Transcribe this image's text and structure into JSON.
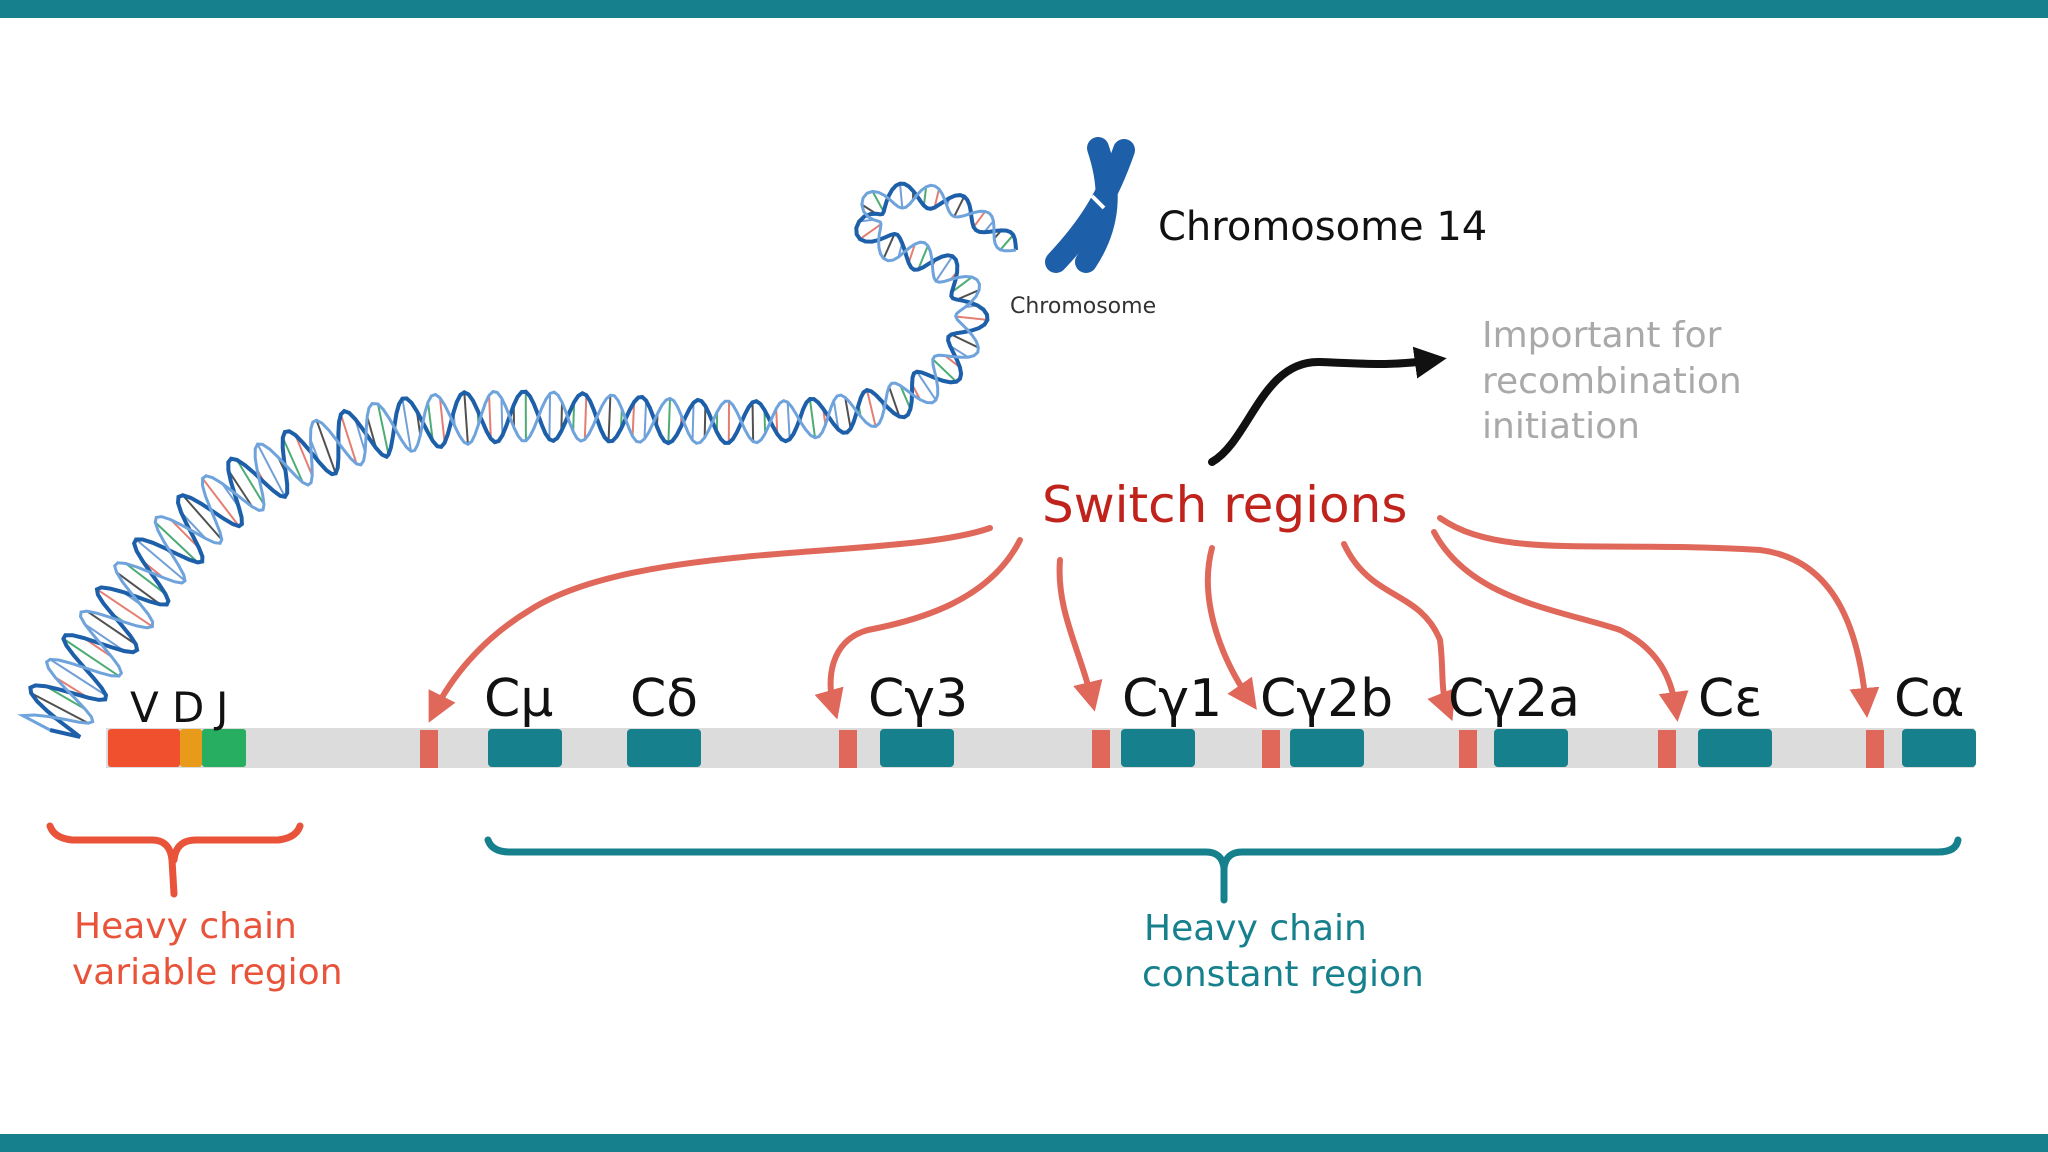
{
  "chromosome": {
    "title": "Chromosome 14",
    "caption": "Chromosome",
    "color": "#1d5fa8"
  },
  "annotations": {
    "switch_regions": "Switch regions",
    "note_lines": [
      "Important for",
      "recombination",
      "initiation"
    ]
  },
  "gene": {
    "variable_segments": [
      {
        "label": "V",
        "color": "#f0502d"
      },
      {
        "label": "D",
        "color": "#e89a1a"
      },
      {
        "label": "J",
        "color": "#27ae60"
      }
    ],
    "constant_segments": [
      {
        "label": "Cμ"
      },
      {
        "label": "Cδ"
      },
      {
        "label": "Cγ3"
      },
      {
        "label": "Cγ1"
      },
      {
        "label": "Cγ2b"
      },
      {
        "label": "Cγ2a"
      },
      {
        "label": "Cε"
      },
      {
        "label": "Cα"
      }
    ],
    "constant_color": "#17808d",
    "switch_color": "#e0685a",
    "track_color": "#dcdcdc"
  },
  "regions": {
    "variable": [
      "Heavy chain",
      "variable region"
    ],
    "constant": [
      "Heavy chain",
      "constant region"
    ]
  },
  "colors": {
    "frame": "#17808d",
    "switch_text": "#c0221c",
    "arrow": "#e0685a",
    "variable": "#e8533a",
    "constant": "#17808d",
    "note": "#a9a9a9"
  }
}
